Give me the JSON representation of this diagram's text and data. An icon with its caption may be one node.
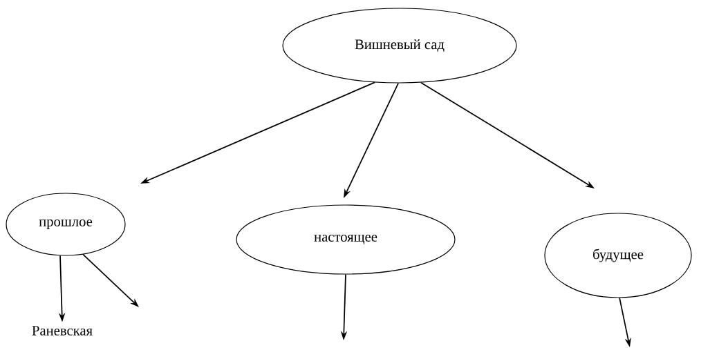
{
  "diagram": {
    "nodes": [
      {
        "text": [
          "Вишневый сад"
        ]
      },
      {
        "text": [
          "прошлое"
        ]
      },
      {
        "text": [
          "настоящее"
        ]
      },
      {
        "text": [
          "будущее"
        ]
      },
      {
        "text": [
          "Раневская"
        ]
      }
    ],
    "edges": [
      {
        "from": 0,
        "to": 1,
        "arrow": "to"
      },
      {
        "from": 0,
        "to": 2,
        "arrow": "to"
      },
      {
        "from": 0,
        "to": 3,
        "arrow": "to"
      },
      {
        "from": 1,
        "to": 4,
        "arrow": "to"
      },
      {
        "from": 1,
        "to": null,
        "arrow": "to"
      },
      {
        "from": 2,
        "to": null,
        "arrow": "to"
      },
      {
        "from": 3,
        "to": null,
        "arrow": "to"
      }
    ]
  }
}
